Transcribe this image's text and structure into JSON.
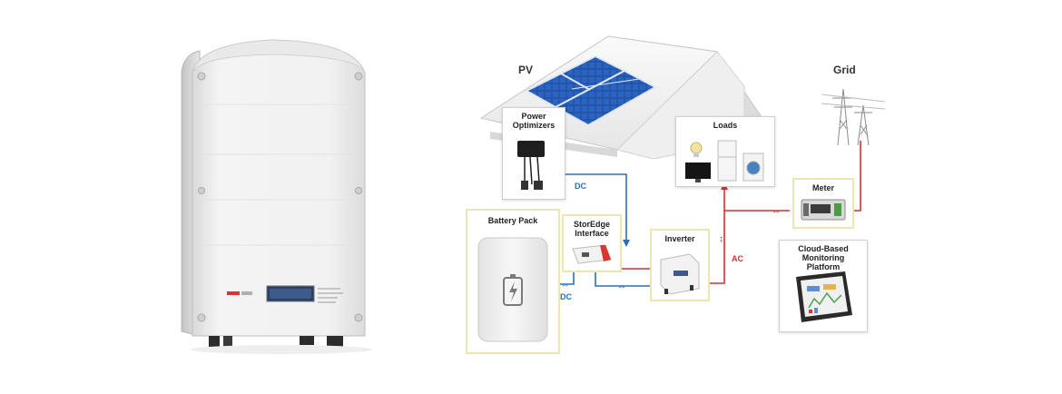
{
  "diagram": {
    "labels": {
      "pv": "PV",
      "grid": "Grid",
      "dc_top": "DC",
      "dc_bottom": "DC",
      "ac": "AC"
    },
    "components": {
      "power_optimizers": "Power Optimizers",
      "loads": "Loads",
      "meter": "Meter",
      "battery_pack": "Battery Pack",
      "storedge_interface": "StorEdge Interface",
      "inverter": "Inverter",
      "monitoring_platform": "Cloud-Based Monitoring Platform"
    },
    "colors": {
      "dc_line": "#2b6fb6",
      "ac_line": "#d43030",
      "box_border_highlight": "#ece6b0",
      "solar_panel": "#1f4fa0"
    }
  }
}
